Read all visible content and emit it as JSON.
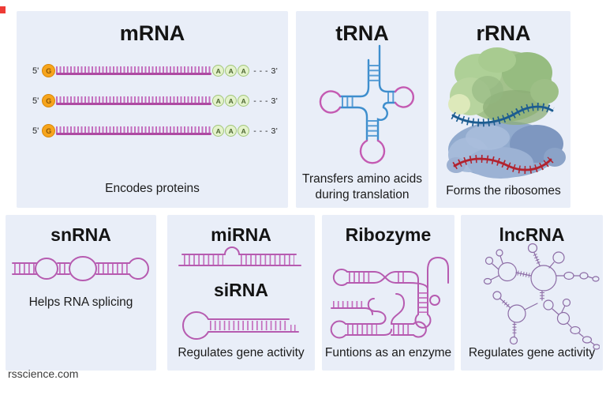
{
  "site_credit": "rsscience.com",
  "colors": {
    "panel_bg": "#e9eef8",
    "rna_magenta": "#b65bb0",
    "rna_magenta_light": "#c46fbe",
    "trna_blue": "#3e8ecd",
    "cap_orange_fill": "#f7a51d",
    "cap_orange_border": "#d8890c",
    "polya_green_fill": "#e3f2cb",
    "polya_green_border": "#a3c77c",
    "ribosome_green": "#a3c28c",
    "ribosome_blue": "#92abce",
    "strand_dark_blue": "#1c5c90",
    "strand_dark_red": "#b2222e",
    "lncrna_line": "#8d6da6",
    "corner_mark_red": "#ee3b35"
  },
  "panels": {
    "mrna": {
      "title": "mRNA",
      "caption": "Encodes proteins",
      "five_prime_label": "5'",
      "cap_letter": "G",
      "tail_letter": "A",
      "three_prime_label": "- - - 3'"
    },
    "trna": {
      "title": "tRNA",
      "caption_line1": "Transfers amino acids",
      "caption_line2": "during translation"
    },
    "rrna": {
      "title": "rRNA",
      "caption": "Forms the ribosomes"
    },
    "snrna": {
      "title": "snRNA",
      "caption": "Helps RNA splicing"
    },
    "mirna_sirna": {
      "title_mirna": "miRNA",
      "title_sirna": "siRNA",
      "caption": "Regulates gene activity"
    },
    "ribozyme": {
      "title": "Ribozyme",
      "caption": "Funtions as an enzyme"
    },
    "lncrna": {
      "title": "lncRNA",
      "caption": "Regulates gene activity"
    }
  }
}
